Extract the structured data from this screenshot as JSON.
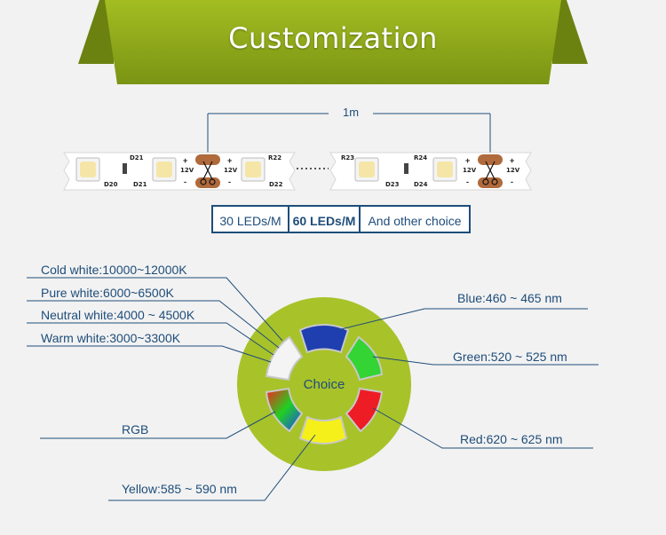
{
  "banner": {
    "title": "Customization"
  },
  "strip": {
    "length_label": "1m",
    "left_segment": {
      "codes": [
        "D20",
        "D21",
        "D21",
        "R22",
        "D22"
      ],
      "voltage_left": "12V",
      "voltage_right": "12V"
    },
    "right_segment": {
      "codes": [
        "R23",
        "D23",
        "R24",
        "D24"
      ],
      "voltage_left": "12V",
      "voltage_right": "12V"
    },
    "plus": "+",
    "minus": "-"
  },
  "density_options": [
    "30 LEDs/M",
    "60 LEDs/M",
    "And other choice"
  ],
  "wheel": {
    "center_label": "Choice",
    "left_labels": [
      "Cold white:10000~12000K",
      "Pure white:6000~6500K",
      "Neutral white:4000 ~ 4500K",
      "Warm white:3000~3300K",
      "RGB",
      "Yellow:585 ~ 590 nm"
    ],
    "right_labels": [
      "Blue:460 ~ 465 nm",
      "Green:520 ~ 525 nm",
      "Red:620 ~ 625 nm"
    ],
    "colors": {
      "circle": "#a8c22a",
      "blue": "#1f3fb0",
      "green": "#33d433",
      "red": "#ee1c24",
      "yellow": "#f5f01a",
      "white": "#f2f2f2"
    }
  },
  "theme": {
    "banner_color": "#8faa1c",
    "label_color": "#1e4d7a"
  }
}
